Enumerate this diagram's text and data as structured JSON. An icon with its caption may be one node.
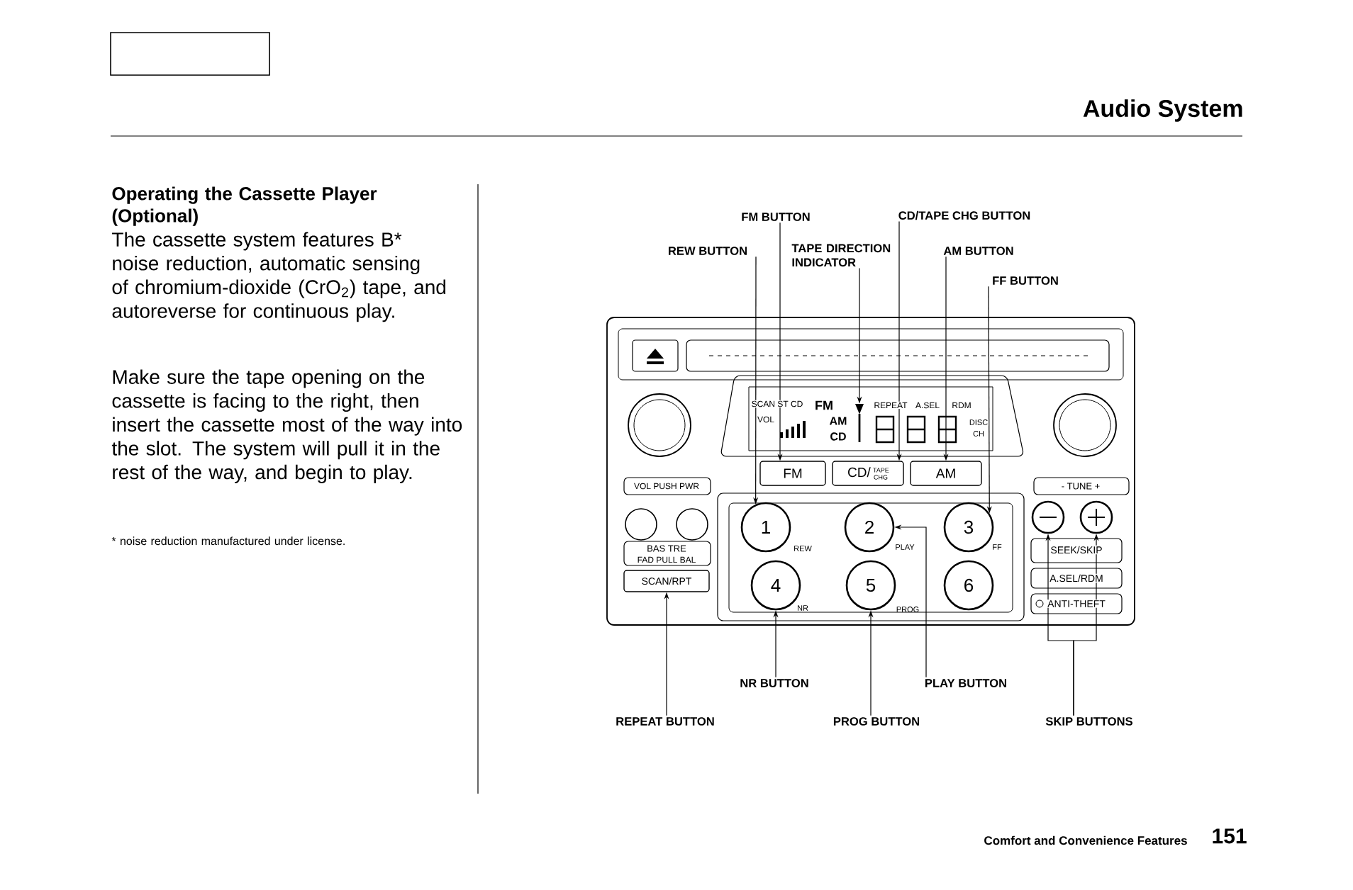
{
  "diagram": {
    "title": "Audio System",
    "nodes": [
      {
        "text": [
          "REW BUTTON"
        ]
      },
      {
        "text": [
          "FM BUTTON"
        ]
      },
      {
        "text": [
          "TAPE DIRECTION INDICATOR"
        ]
      },
      {
        "text": [
          "CD/TAPE CHG BUTTON"
        ]
      },
      {
        "text": [
          "AM BUTTON"
        ]
      },
      {
        "text": [
          "FF BUTTON"
        ]
      },
      {
        "text": [
          "NR BUTTON"
        ]
      },
      {
        "text": [
          "PLAY BUTTON"
        ]
      },
      {
        "text": [
          "REPEAT BUTTON"
        ]
      },
      {
        "text": [
          "PROG BUTTON"
        ]
      },
      {
        "text": [
          "SKIP BUTTONS"
        ]
      },
      {
        "text": [
          "FM"
        ]
      },
      {
        "text": [
          "CD/",
          "TAPE CHG"
        ]
      },
      {
        "text": [
          "AM"
        ]
      },
      {
        "text": [],
        "shape": "triangle"
      },
      {
        "text": [
          "1"
        ],
        "beside": [
          "REW"
        ]
      },
      {
        "text": [
          "2"
        ],
        "beside": [
          "PLAY"
        ]
      },
      {
        "text": [
          "3"
        ],
        "beside": [
          "FF"
        ]
      },
      {
        "text": [
          "4"
        ],
        "beside": [
          "NR"
        ]
      },
      {
        "text": [
          "5"
        ],
        "beside": [
          "PROG"
        ]
      },
      {
        "text": [
          "6"
        ]
      },
      {
        "text": [
          "SCAN/RPT"
        ]
      },
      {
        "text": [],
        "shape": "circle"
      },
      {
        "text": [],
        "shape": "circle"
      }
    ],
    "edges": [
      {
        "from": 0,
        "to": 15,
        "arrow": "to"
      },
      {
        "from": 1,
        "to": 11,
        "arrow": "to"
      },
      {
        "from": 2,
        "to": 14,
        "arrow": "to"
      },
      {
        "from": 3,
        "to": 12,
        "arrow": "to"
      },
      {
        "from": 4,
        "to": 13,
        "arrow": "to"
      },
      {
        "from": 5,
        "to": 17,
        "arrow": "to"
      },
      {
        "from": 6,
        "to": 18,
        "arrow": "to"
      },
      {
        "from": 7,
        "to": 16,
        "arrow": "to"
      },
      {
        "from": 8,
        "to": 21,
        "arrow": "to"
      },
      {
        "from": 9,
        "to": 19,
        "arrow": "to"
      },
      {
        "from": 10,
        "to": 22,
        "arrow": "to"
      },
      {
        "from": 10,
        "to": 23,
        "arrow": "to"
      }
    ],
    "labels": [
      "Operating the Cassette Player (Optional)",
      "The cassette system features B* noise reduction, automatic sensing of chromium-dioxide (CrO$_{2}$) tape, and autoreverse for continuous play.",
      "Make sure the tape opening on the cassette is facing to the right, then insert the cassette most of the way into the slot. The system will pull it in the rest of the way, and begin to play.",
      "* noise reduction manufactured under license.",
      "SCAN ST CD",
      "FM",
      "REPEAT",
      "A.SEL",
      "RDM",
      "VOL",
      "AM",
      "CD",
      "DISC",
      "CH",
      "VOL PUSH PWR",
      "- TUNE +",
      "BAS TRE",
      "FAD PULL BAL",
      "SEEK/SKIP",
      "A.SEL/RDM",
      "ANTI-THEFT",
      "Comfort and Convenience Features",
      "151"
    ]
  }
}
